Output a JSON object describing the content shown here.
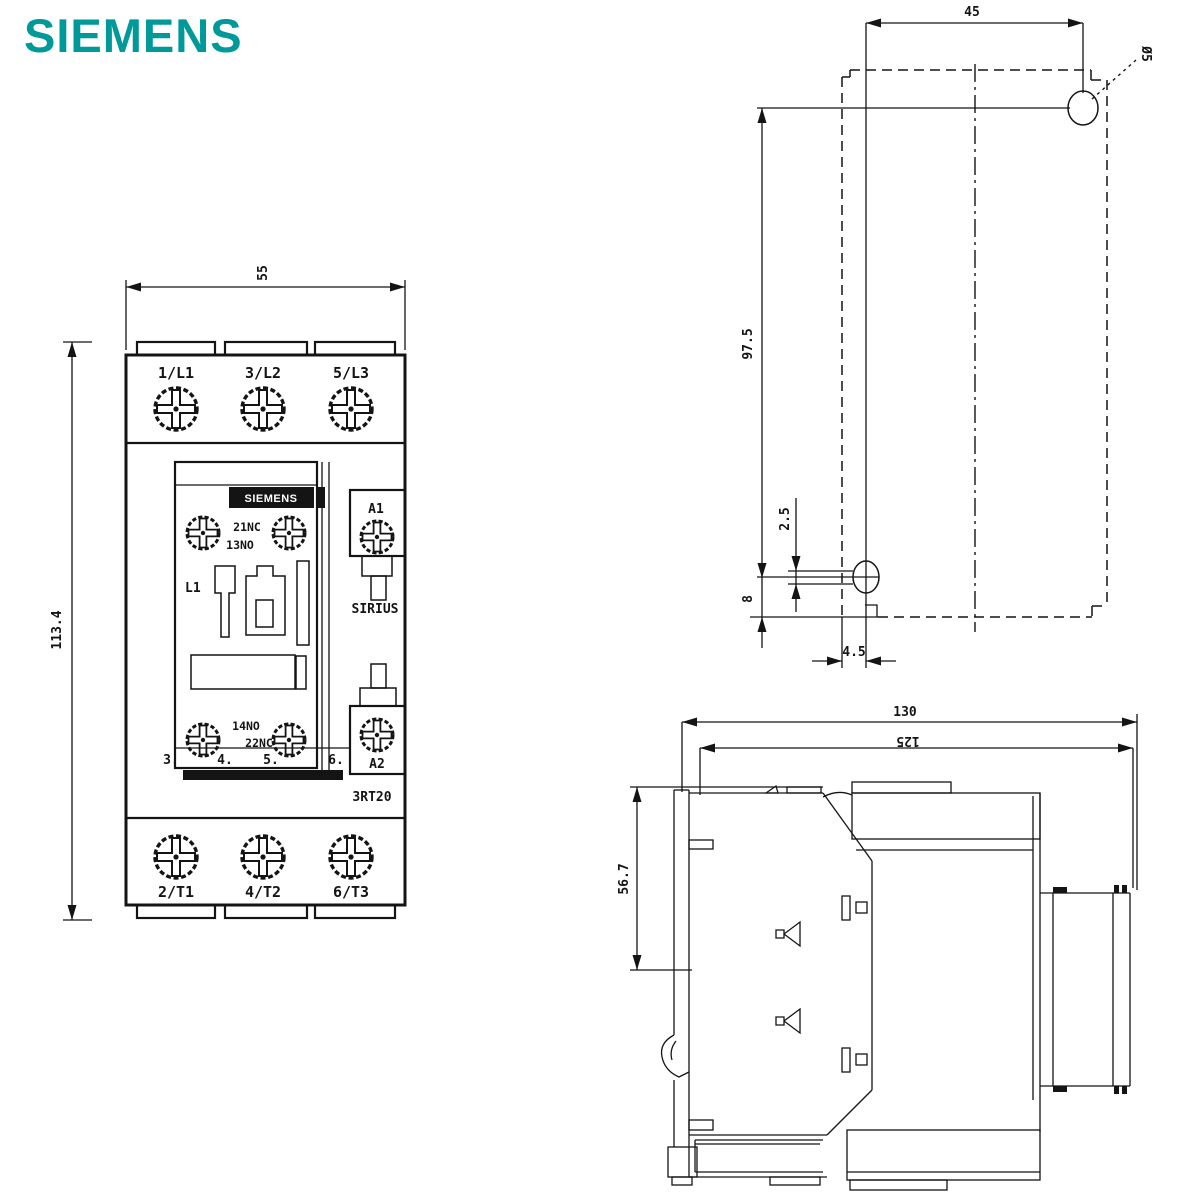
{
  "brand": {
    "logo_text": "SIEMENS",
    "logo_color": "#009999"
  },
  "front_view": {
    "dim_width": "55",
    "dim_height": "113.4",
    "terminals_top": [
      "1/L1",
      "3/L2",
      "5/L3"
    ],
    "terminals_bottom": [
      "2/T1",
      "4/T2",
      "6/T3"
    ],
    "nameplate_brand": "SIEMENS",
    "aux_labels": {
      "top_nc": "21NC",
      "top_no": "13NO",
      "bottom_no": "14NO",
      "bottom_nc": "22NC"
    },
    "coil_a1": "A1",
    "coil_a2": "A2",
    "phase_label": "L1",
    "series": "SIRIUS",
    "model": "3RT20",
    "position_marks": [
      "3.",
      "4.",
      "5.",
      "6."
    ]
  },
  "drilling_view": {
    "dim_horizontal": "45",
    "dim_vertical": "97.5",
    "dim_slot_offset": "2.5",
    "dim_bottom": "8",
    "dim_slot_width": "4.5",
    "hole_label": "Ø5"
  },
  "side_view": {
    "dim_depth_total": "130",
    "dim_depth_body": "125",
    "dim_rail": "56.7"
  }
}
